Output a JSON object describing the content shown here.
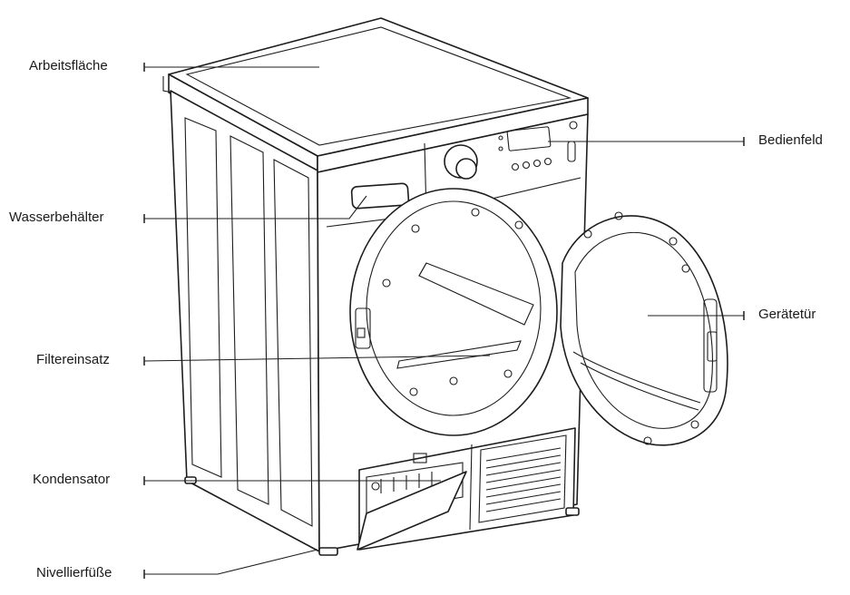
{
  "labels": {
    "worktop": "Arbeitsfläche",
    "water_tank": "Wasserbehälter",
    "filter_insert": "Filtereinsatz",
    "condenser": "Kondensator",
    "leveling_feet": "Nivellierfüße",
    "control_panel": "Bedienfeld",
    "appliance_door": "Gerätetür"
  },
  "colors": {
    "line": "#1d1d1d",
    "background": "#ffffff"
  }
}
